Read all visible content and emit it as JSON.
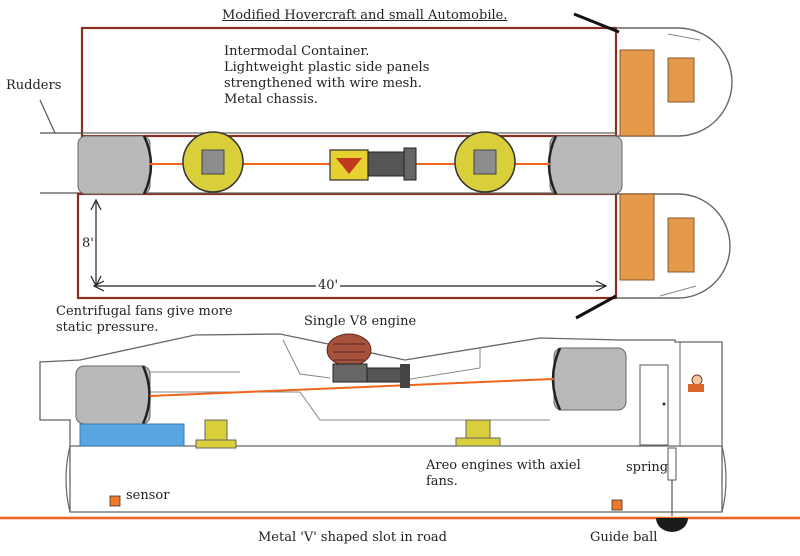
{
  "title": "Modified Hovercraft and small Automobile.",
  "container_note": [
    "Intermodal Container.",
    "Lightweight plastic side panels",
    "strengthened with wire mesh.",
    "Metal chassis."
  ],
  "rudders_label": "Rudders",
  "dim_height": "8'",
  "dim_length": "40'",
  "fans_note": [
    "Centrifugal fans give more",
    "static pressure."
  ],
  "engine_label": "Single V8 engine",
  "aero_note": [
    "Areo engines with axiel",
    "fans."
  ],
  "spring_label": "spring",
  "sensor_label": "sensor",
  "road_label": "Metal 'V' shaped slot in road",
  "guide_ball_label": "Guide ball",
  "colors": {
    "container_outline": "#8a2f1f",
    "fan_grey": "#b9b9b9",
    "drive_shaft": "#f0641e",
    "wheel_yellow": "#d8cf3a",
    "seat_orange": "#e49a4a",
    "tank_blue": "#5aa6e0",
    "road_orange": "#f0641e",
    "engine_brown": "#7a3b2a"
  }
}
